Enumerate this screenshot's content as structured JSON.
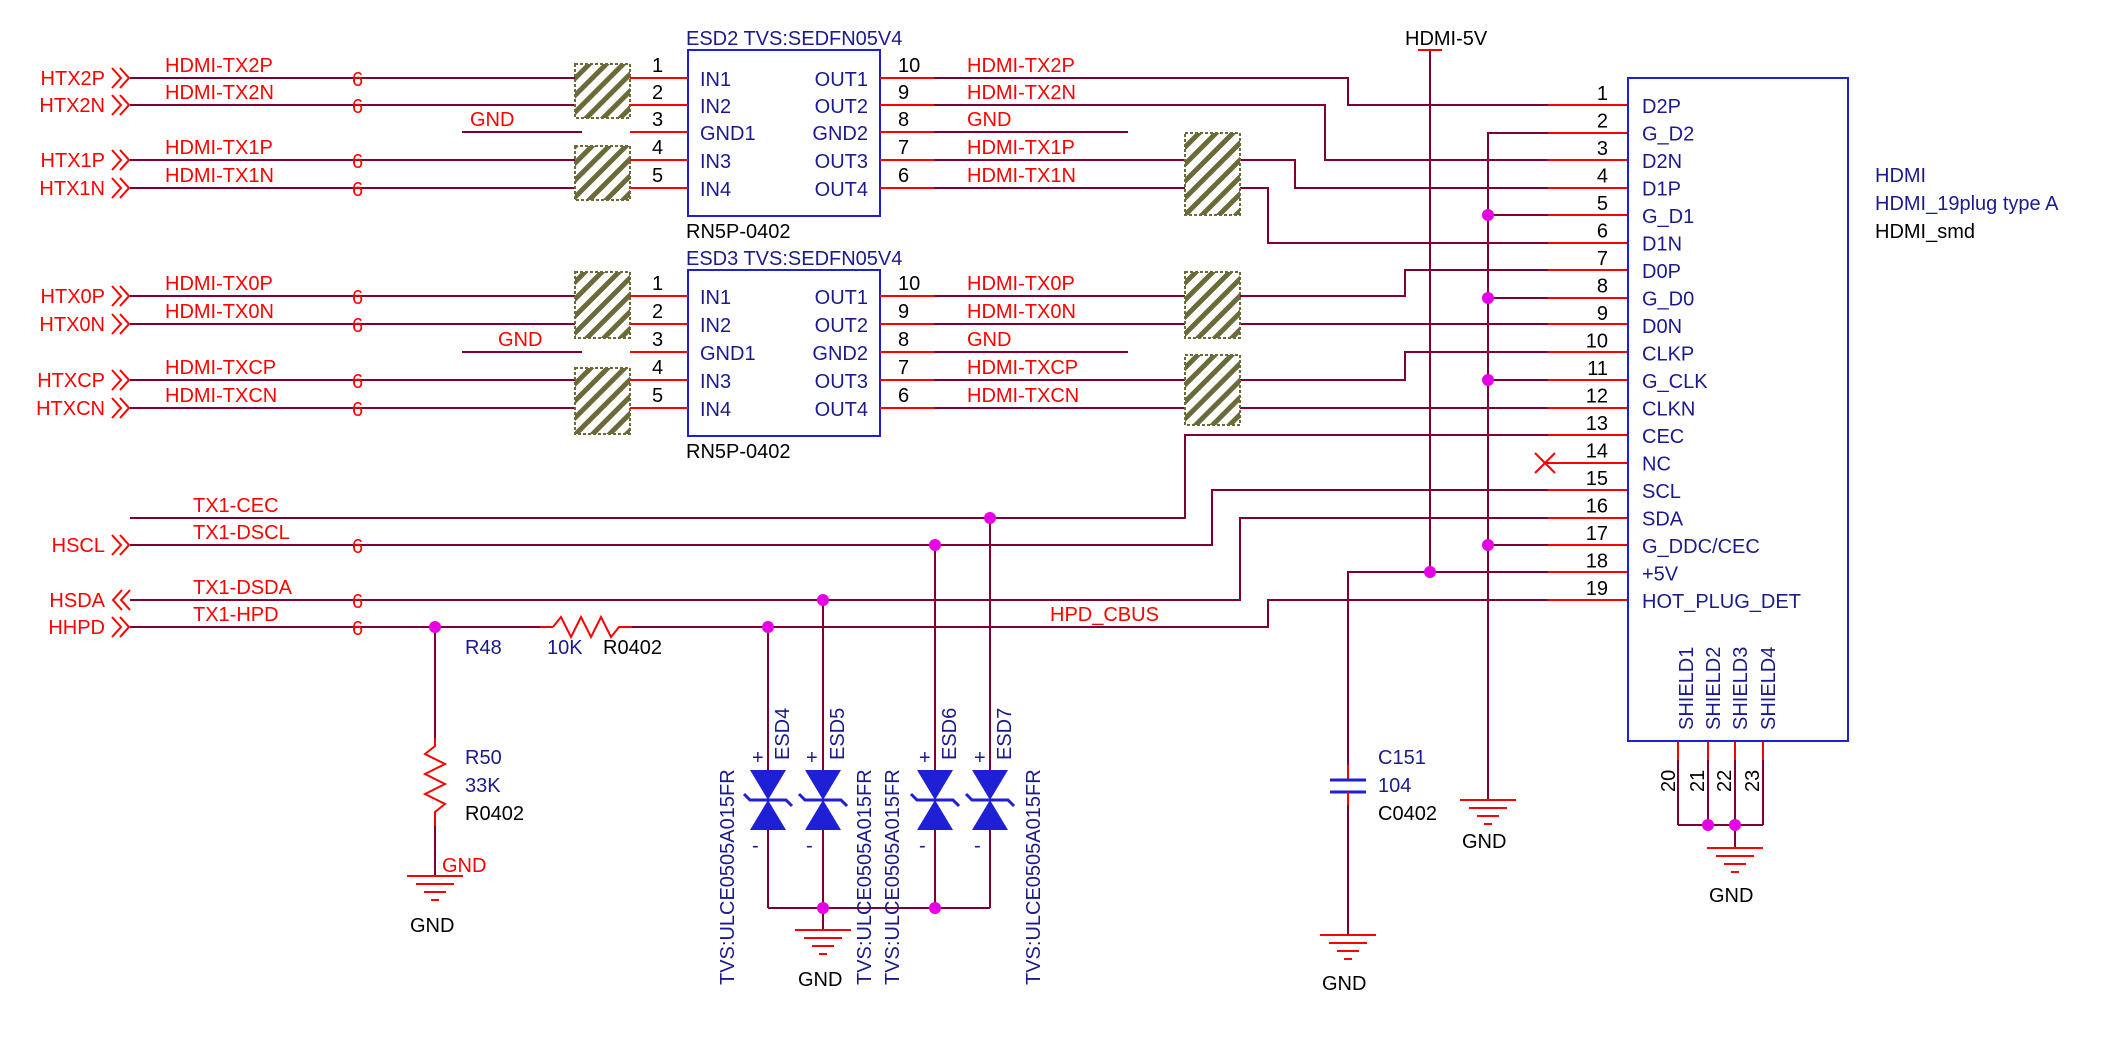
{
  "colors": {
    "net": "#ff0000",
    "wire": "#800033",
    "part": "#1f1fd6",
    "label": "#1a1a8c",
    "junction": "#e600e6"
  },
  "ports": [
    "HTX2P",
    "HTX2N",
    "HTX1P",
    "HTX1N",
    "HTX0P",
    "HTX0N",
    "HTXCP",
    "HTXCN",
    "HSCL",
    "HSDA",
    "HHPD"
  ],
  "nets": {
    "tx2p": "HDMI-TX2P",
    "tx2n": "HDMI-TX2N",
    "tx1p": "HDMI-TX1P",
    "tx1n": "HDMI-TX1N",
    "tx0p": "HDMI-TX0P",
    "tx0n": "HDMI-TX0N",
    "txcp": "HDMI-TXCP",
    "txcn": "HDMI-TXCN",
    "cec": "TX1-CEC",
    "dscl": "TX1-DSCL",
    "dsda": "TX1-DSDA",
    "hpd": "TX1-HPD",
    "gnd": "GND",
    "hdmi5v": "HDMI-5V",
    "hpd_cbus": "HPD_CBUS",
    "sheet_ref": "6"
  },
  "esd2": {
    "title": "ESD2  TVS:SEDFN05V4",
    "footprint": "RN5P-0402"
  },
  "esd3": {
    "title": "ESD3  TVS:SEDFN05V4",
    "footprint": "RN5P-0402"
  },
  "esd_pins_left": [
    "IN1",
    "IN2",
    "GND1",
    "IN3",
    "IN4"
  ],
  "esd_pins_right": [
    "OUT1",
    "OUT2",
    "GND2",
    "OUT3",
    "OUT4"
  ],
  "esd_pin_nums_left": [
    "1",
    "2",
    "3",
    "4",
    "5"
  ],
  "esd_pin_nums_right": [
    "10",
    "9",
    "8",
    "7",
    "6"
  ],
  "connector": {
    "ref": "HDMI",
    "value": "HDMI_19plug type A",
    "footprint": "HDMI_smd",
    "pins": [
      "D2P",
      "G_D2",
      "D2N",
      "D1P",
      "G_D1",
      "D1N",
      "D0P",
      "G_D0",
      "D0N",
      "CLKP",
      "G_CLK",
      "CLKN",
      "CEC",
      "NC",
      "SCL",
      "SDA",
      "G_DDC/CEC",
      "+5V",
      "HOT_PLUG_DET"
    ],
    "pin_nums": [
      "1",
      "2",
      "3",
      "4",
      "5",
      "6",
      "7",
      "8",
      "9",
      "10",
      "11",
      "12",
      "13",
      "14",
      "15",
      "16",
      "17",
      "18",
      "19"
    ],
    "shields": [
      "SHIELD1",
      "SHIELD2",
      "SHIELD3",
      "SHIELD4"
    ],
    "shield_nums": [
      "20",
      "21",
      "22",
      "23"
    ]
  },
  "r48": {
    "ref": "R48",
    "value": "10K",
    "footprint": "R0402"
  },
  "r50": {
    "ref": "R50",
    "value": "33K",
    "footprint": "R0402"
  },
  "c151": {
    "ref": "C151",
    "value": "104",
    "footprint": "C0402"
  },
  "tvs_value": "TVS:ULCE0505A015FR",
  "tvs_refs": [
    "ESD4",
    "ESD5",
    "ESD6",
    "ESD7"
  ],
  "plus": "+",
  "minus": "-"
}
